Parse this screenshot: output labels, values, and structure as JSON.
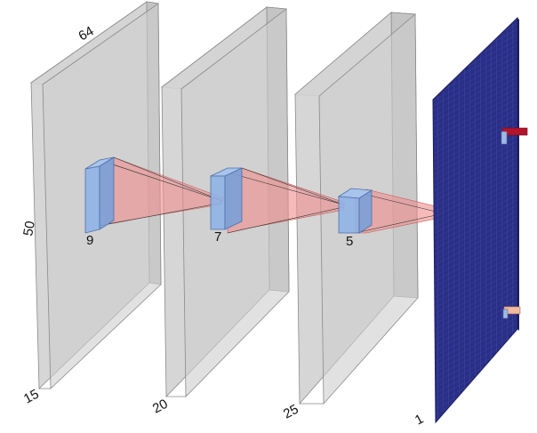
{
  "diagram": {
    "top_dimension": "64",
    "side_dimension": "50",
    "layer_depths": [
      "15",
      "20",
      "25",
      "1"
    ],
    "kernel_sizes": [
      "9",
      "7",
      "5"
    ],
    "colors": {
      "slab_face": "#cfcfcf",
      "slab_side": "#bdbdbd",
      "slab_top": "#dedede",
      "slab_edge": "#8a8a8a",
      "kernel_face": "#8fb3e6",
      "kernel_edge": "#4f6fa8",
      "cone": "#f08c8c",
      "output_plane": "#2a2f85",
      "output_grid": "#3c44a8"
    }
  }
}
